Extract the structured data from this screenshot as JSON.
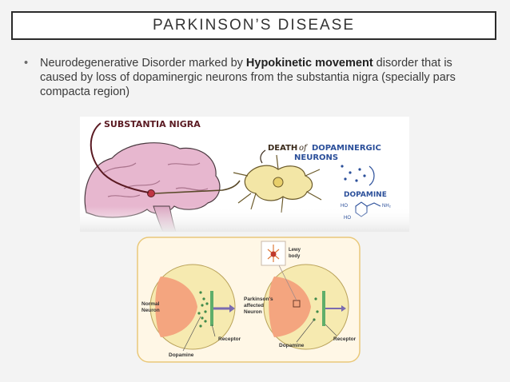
{
  "slide": {
    "title": "PARKINSON’S DISEASE",
    "bullet": {
      "marker": "•",
      "text_before": "Neurodegenerative Disorder marked by ",
      "text_bold": "Hypokinetic movement",
      "text_after": " disorder that is caused by loss of dopaminergic neurons from the substantia nigra (specially pars compacta region)"
    }
  },
  "figure_top": {
    "label_substantia": "SUBSTANTIA NIGRA",
    "label_death_1": "DEATH",
    "label_death_of": "of",
    "label_death_2": "DOPAMINERGIC",
    "label_death_3": "NEURONS",
    "label_dopamine": "DOPAMINE",
    "chem_ho1": "HO",
    "chem_ho2": "HO",
    "chem_nh2": "NH₂",
    "colors": {
      "brain": "#e7b7cf",
      "neuron": "#f3e6a6",
      "ink": "#3a2a1a",
      "blue": "#2b4f9a"
    }
  },
  "figure_bottom": {
    "label_normal_1": "Normal",
    "label_normal_2": "Neuron",
    "label_pd_1": "Parkinson's",
    "label_pd_2": "affected",
    "label_pd_3": "Neuron",
    "label_lewy_1": "Lewy",
    "label_lewy_2": "body",
    "label_receptor_left": "Receptor",
    "label_receptor_right": "Receptor",
    "label_dopamine_left": "Dopamine",
    "label_dopamine_right": "Dopamine",
    "colors": {
      "panel_border": "#e9c87a",
      "panel_bg": "#fff7e6",
      "circle": "#f6eab0",
      "terminal": "#f4a57f",
      "dots": "#3f8a4b",
      "arrow": "#7a6bb0"
    }
  }
}
